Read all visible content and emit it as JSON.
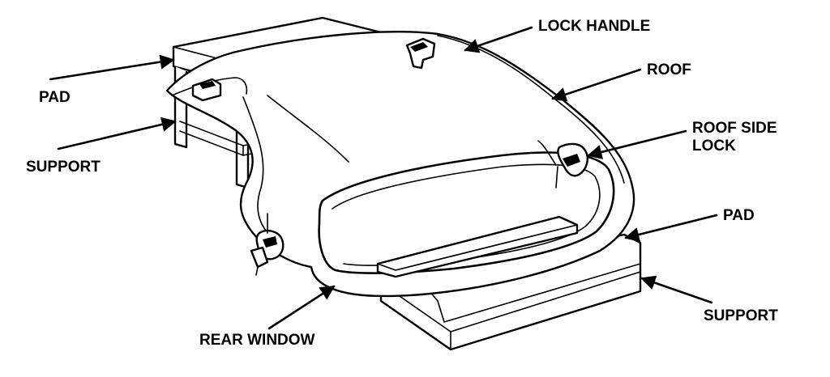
{
  "labels": {
    "lock_handle": "LOCK HANDLE",
    "roof": "ROOF",
    "roof_side_lock_line1": "ROOF SIDE",
    "roof_side_lock_line2": "LOCK",
    "pad_left": "PAD",
    "support_left": "SUPPORT",
    "pad_right": "PAD",
    "support_right": "SUPPORT",
    "rear_window": "REAR WINDOW"
  }
}
